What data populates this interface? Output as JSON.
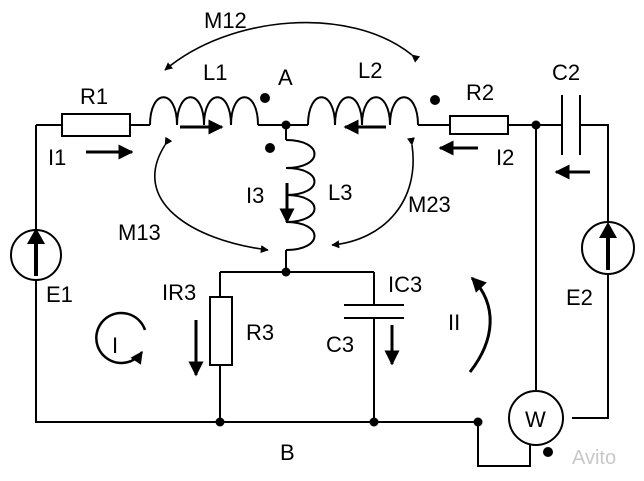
{
  "labels": {
    "m12": "M12",
    "r1": "R1",
    "l1": "L1",
    "node_a": "A",
    "l2": "L2",
    "r2": "R2",
    "c2": "C2",
    "i1": "I1",
    "i2": "I2",
    "i3": "I3",
    "l3": "L3",
    "m13": "M13",
    "m23": "M23",
    "e1": "E1",
    "e2": "E2",
    "ir3": "IR3",
    "r3": "R3",
    "ic3": "IC3",
    "c3": "C3",
    "loop1": "I",
    "loop2": "II",
    "wattmeter": "W",
    "node_b": "B",
    "watermark": "Avito"
  },
  "colors": {
    "ink": "#000000",
    "watermark": "#c8c8c8"
  }
}
